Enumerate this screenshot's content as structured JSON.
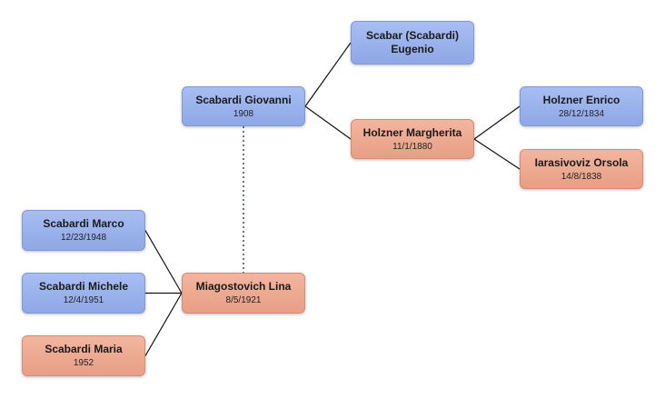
{
  "people": [
    {
      "id": "scabar-eugenio",
      "name": "Scabar (Scabardi) Eugenio",
      "date": "",
      "gender": "male"
    },
    {
      "id": "scabardi-giovanni",
      "name": "Scabardi Giovanni",
      "date": "1908",
      "gender": "male"
    },
    {
      "id": "holzner-margherita",
      "name": "Holzner Margherita",
      "date": "11/1/1880",
      "gender": "female"
    },
    {
      "id": "holzner-enrico",
      "name": "Holzner Enrico",
      "date": "28/12/1834",
      "gender": "male"
    },
    {
      "id": "iarasivoviz-orsola",
      "name": "Iarasivoviz Orsola",
      "date": "14/8/1838",
      "gender": "female"
    },
    {
      "id": "scabardi-marco",
      "name": "Scabardi Marco",
      "date": "12/23/1948",
      "gender": "male"
    },
    {
      "id": "scabardi-michele",
      "name": "Scabardi Michele",
      "date": "12/4/1951",
      "gender": "male"
    },
    {
      "id": "scabardi-maria",
      "name": "Scabardi Maria",
      "date": "1952",
      "gender": "female"
    },
    {
      "id": "miagostovich-lina",
      "name": "Miagostovich Lina",
      "date": "8/5/1921",
      "gender": "female"
    }
  ],
  "relations": [
    {
      "from": "scabardi-giovanni",
      "to": "scabar-eugenio",
      "type": "parent"
    },
    {
      "from": "scabardi-giovanni",
      "to": "holzner-margherita",
      "type": "parent"
    },
    {
      "from": "holzner-margherita",
      "to": "holzner-enrico",
      "type": "parent"
    },
    {
      "from": "holzner-margherita",
      "to": "iarasivoviz-orsola",
      "type": "parent"
    },
    {
      "from": "scabardi-marco",
      "to": "miagostovich-lina",
      "type": "parent"
    },
    {
      "from": "scabardi-michele",
      "to": "miagostovich-lina",
      "type": "parent"
    },
    {
      "from": "scabardi-maria",
      "to": "miagostovich-lina",
      "type": "parent"
    },
    {
      "from": "scabardi-giovanni",
      "to": "miagostovich-lina",
      "type": "spouse"
    }
  ],
  "colors": {
    "male": "#9db4ee",
    "female": "#eeaa92",
    "line": "#111111",
    "spouse_line": "#3a4a66"
  }
}
